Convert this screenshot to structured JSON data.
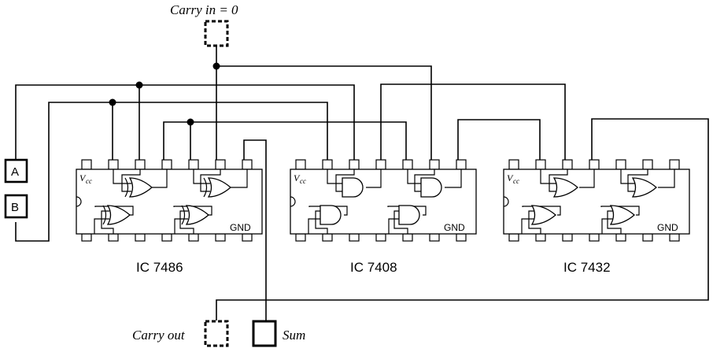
{
  "carry_in": {
    "label": "Carry  in = 0"
  },
  "inputs": {
    "a": "A",
    "b": "B"
  },
  "outputs": {
    "carry_out": "Carry out",
    "sum": "Sum"
  },
  "chips": [
    {
      "name": "IC 7486",
      "gate": "xor",
      "vcc_main": "V",
      "vcc_sub": "cc",
      "gnd": "GND"
    },
    {
      "name": "IC 7408",
      "gate": "and",
      "vcc_main": "V",
      "vcc_sub": "cc",
      "gnd": "GND"
    },
    {
      "name": "IC 7432",
      "gate": "or",
      "vcc_main": "V",
      "vcc_sub": "cc",
      "gnd": "GND"
    }
  ],
  "colors": {
    "line": "#000000",
    "background": "#ffffff"
  }
}
